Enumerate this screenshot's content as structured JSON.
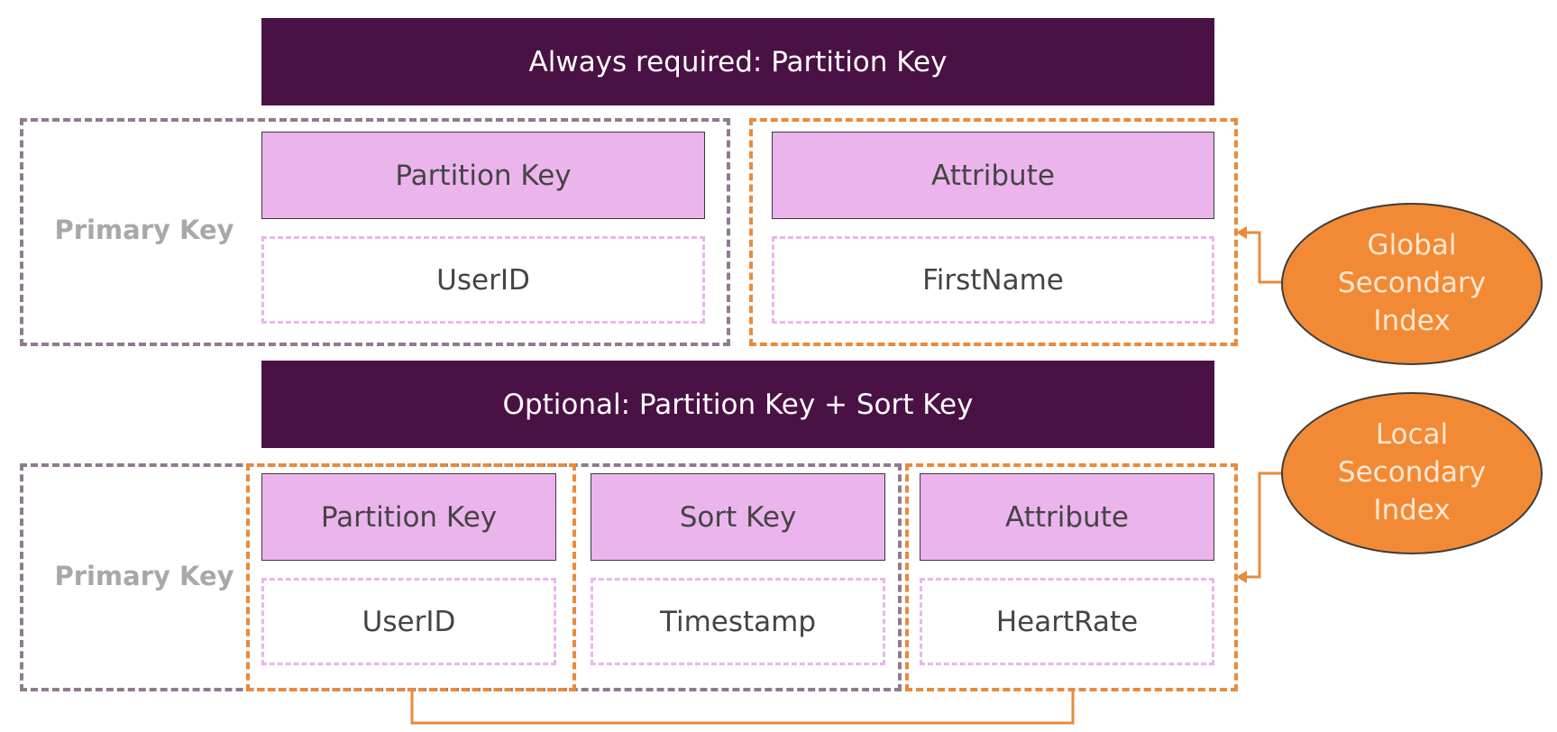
{
  "banners": {
    "required": "Always required: Partition Key",
    "optional": "Optional: Partition Key + Sort Key"
  },
  "labels": {
    "primary_key": "Primary Key"
  },
  "simple_table": {
    "headers": [
      "Partition Key",
      "Attribute"
    ],
    "values": [
      "UserID",
      "FirstName"
    ]
  },
  "composite_table": {
    "headers": [
      "Partition Key",
      "Sort Key",
      "Attribute"
    ],
    "values": [
      "UserID",
      "Timestamp",
      "HeartRate"
    ]
  },
  "indexes": {
    "global": [
      "Global",
      "Secondary",
      "Index"
    ],
    "local": [
      "Local",
      "Secondary",
      "Index"
    ]
  },
  "colors": {
    "banner": "#4a1145",
    "header_fill": "#ecb4ec",
    "index_oval": "#f28a35",
    "orange_dash": "#e98a3c",
    "grey_dash": "#8e7c8e"
  }
}
